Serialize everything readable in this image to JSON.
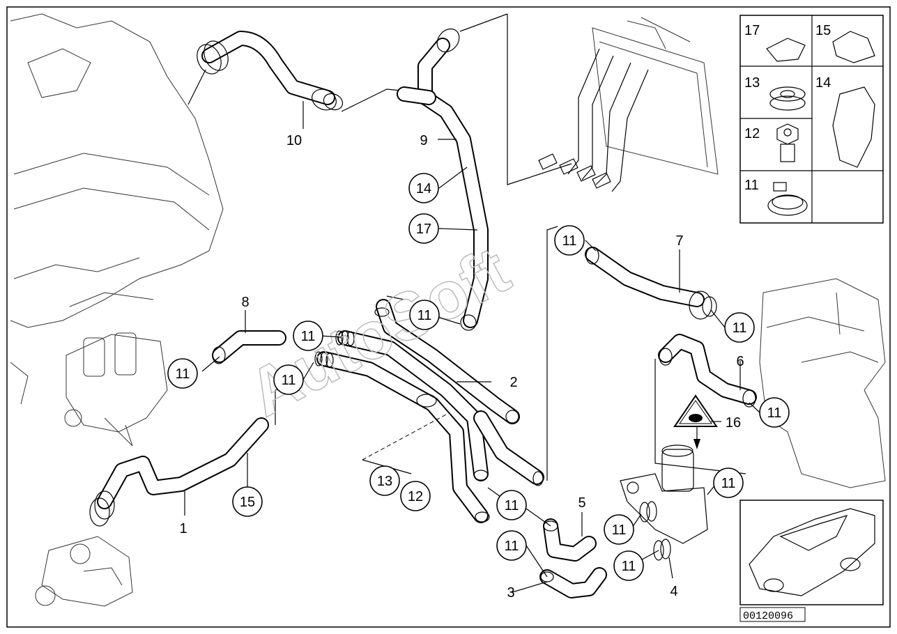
{
  "watermark": "AutoSoft",
  "reference_code": "00120096",
  "parts": {
    "p1": "1",
    "p2": "2",
    "p3": "3",
    "p4": "4",
    "p5": "5",
    "p6": "6",
    "p7": "7",
    "p8": "8",
    "p9": "9",
    "p10": "10",
    "p11": "11",
    "p12": "12",
    "p13": "13",
    "p14": "14",
    "p15": "15",
    "p16": "16",
    "p17": "17"
  },
  "legend_cells": [
    "17",
    "15",
    "13",
    "14",
    "12",
    "11"
  ]
}
